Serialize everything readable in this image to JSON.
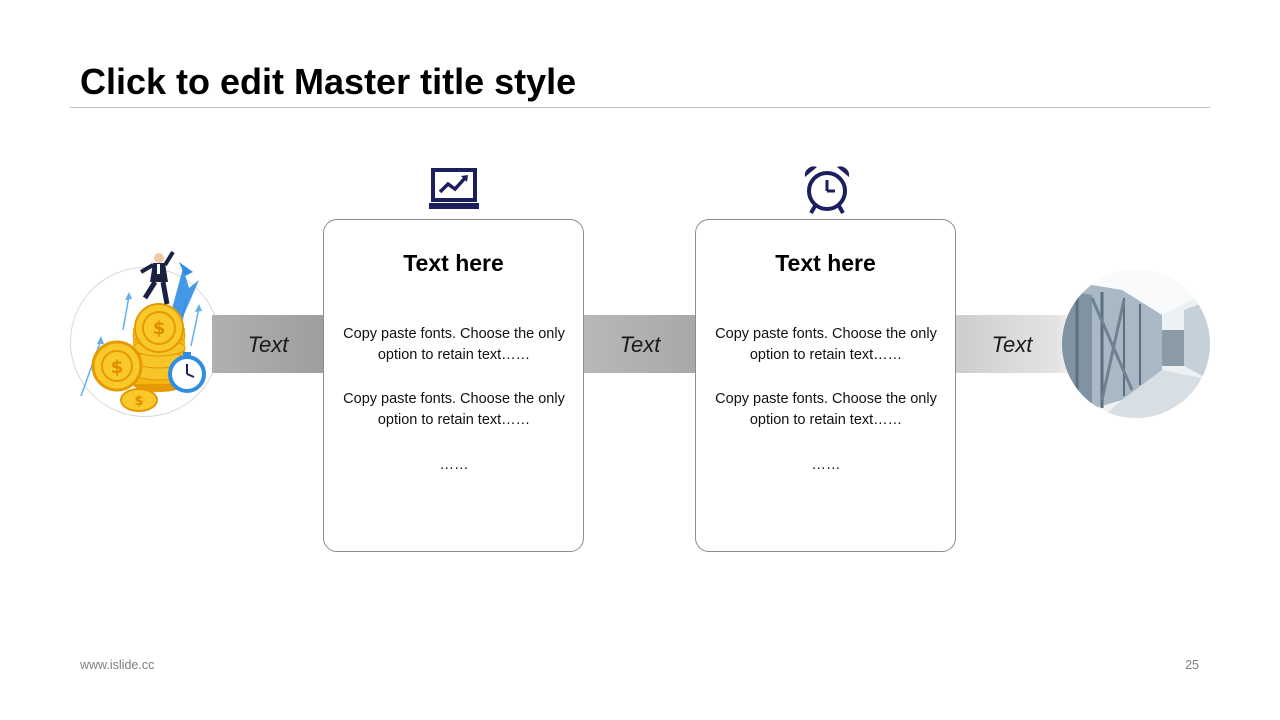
{
  "slide": {
    "title": "Click to edit Master title style"
  },
  "bands": [
    {
      "label": "Text"
    },
    {
      "label": "Text"
    },
    {
      "label": "Text"
    }
  ],
  "cards": [
    {
      "title": "Text here",
      "para1": "Copy paste fonts. Choose the only option to retain text……",
      "para2": "Copy paste fonts. Choose the only option to retain text……",
      "ellipsis": "……",
      "icon": "monitor-chart-icon"
    },
    {
      "title": "Text here",
      "para1": "Copy paste fonts. Choose the only option to retain text……",
      "para2": "Copy paste fonts. Choose the only option to retain text……",
      "ellipsis": "……",
      "icon": "alarm-clock-icon"
    }
  ],
  "images": {
    "left": "businessman-on-coins-illustration",
    "right": "glass-corridor-photo"
  },
  "colors": {
    "icon_navy": "#1b1f5e",
    "coin_gold": "#f5b50e",
    "accent_blue": "#2f8de4"
  },
  "footer": {
    "url": "www.islide.cc",
    "page_number": "25"
  }
}
